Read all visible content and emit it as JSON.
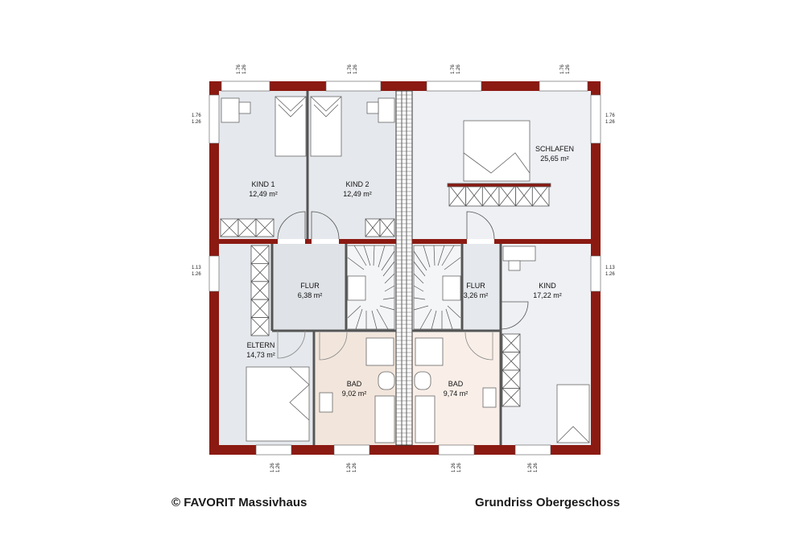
{
  "rooms": {
    "kind1": {
      "name": "KIND 1",
      "area": "12,49 m²"
    },
    "kind2": {
      "name": "KIND 2",
      "area": "12,49 m²"
    },
    "schlafen": {
      "name": "SCHLAFEN",
      "area": "25,65 m²"
    },
    "flur1": {
      "name": "FLUR",
      "area": "6,38 m²"
    },
    "flur2": {
      "name": "FLUR",
      "area": "3,26 m²"
    },
    "kind": {
      "name": "KIND",
      "area": "17,22 m²"
    },
    "eltern": {
      "name": "ELTERN",
      "area": "14,73 m²"
    },
    "bad1": {
      "name": "BAD",
      "area": "9,02 m²"
    },
    "bad2": {
      "name": "BAD",
      "area": "9,74 m²"
    }
  },
  "window_dims": {
    "top": {
      "a": "1.76",
      "b": "1.26"
    },
    "side": {
      "a": "1.76",
      "b": "1.26"
    },
    "mid": {
      "a": "1.13",
      "b": "1.26"
    },
    "bottom": {
      "a": "1.26",
      "b": "1.26"
    }
  },
  "colors": {
    "wall": "#8b1a12",
    "room_grey": "#e5e8ec",
    "room_light": "#eef0f4",
    "bath": "#f7ece4",
    "line": "#444444"
  },
  "footer": {
    "copyright": "© FAVORIT Massivhaus",
    "caption": "Grundriss Obergeschoss"
  }
}
